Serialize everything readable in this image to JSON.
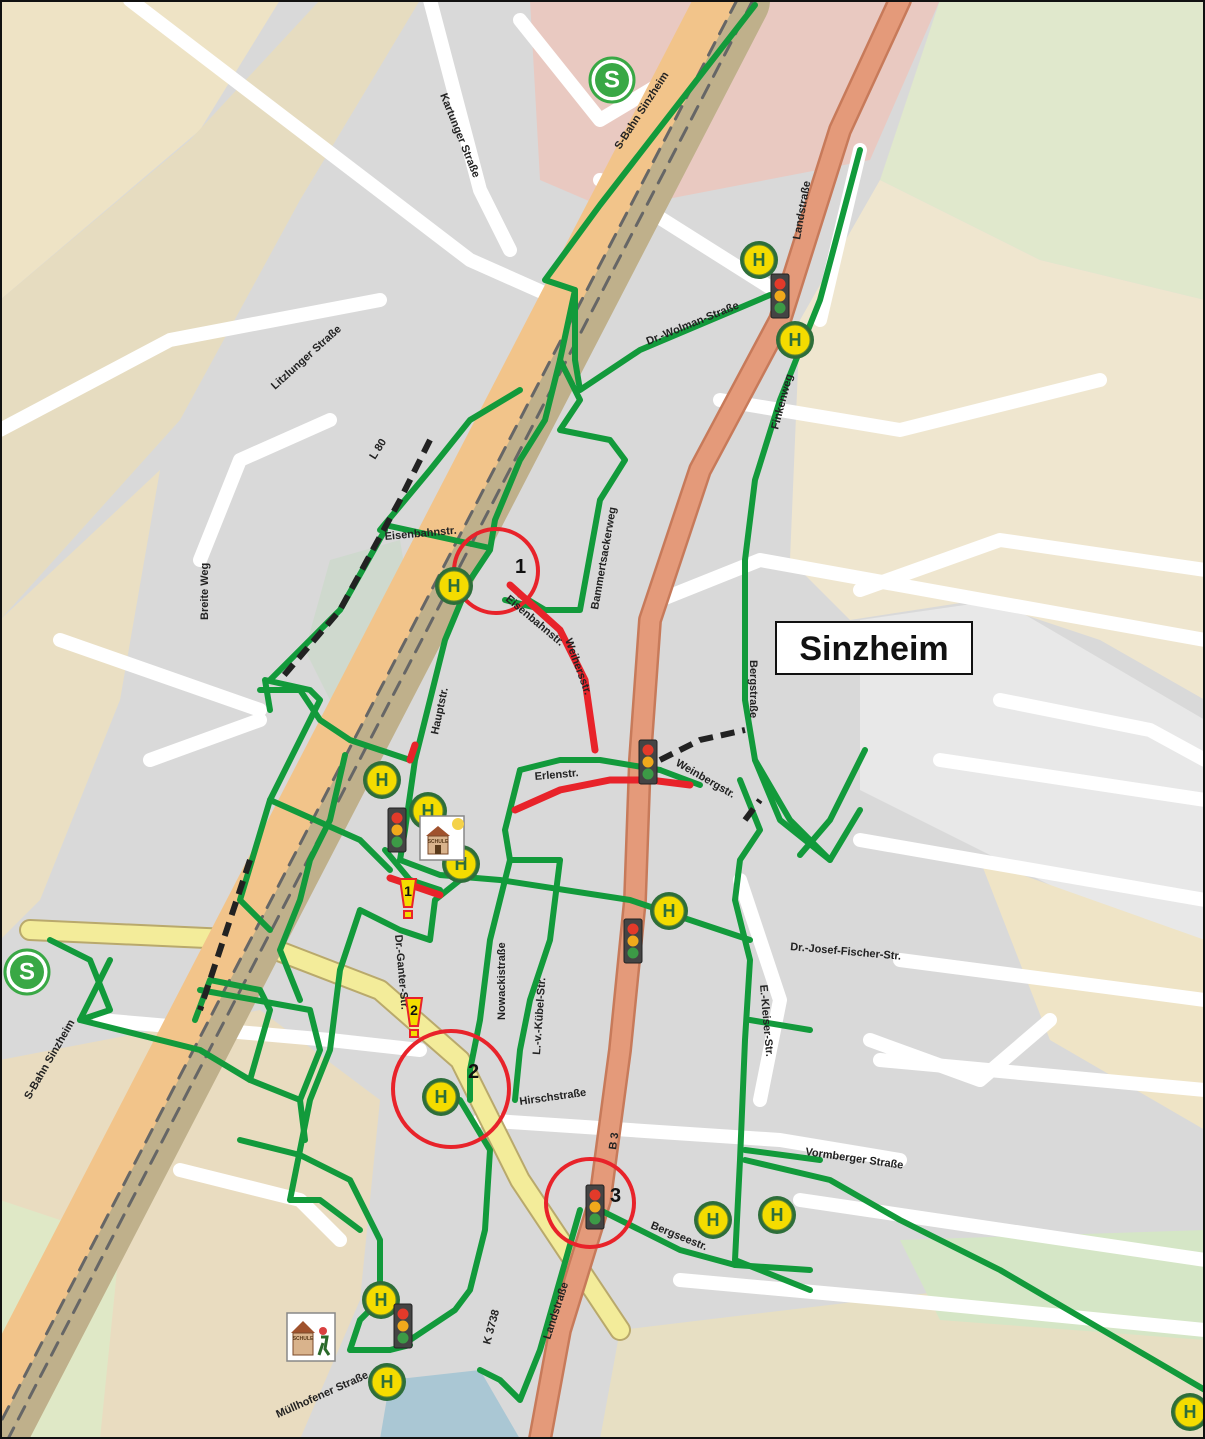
{
  "town_name": "Sinzheim",
  "streets": {
    "sbahn_top": "S-Bahn Sinzheim",
    "sbahn_left": "S-Bahn Sinzheim",
    "kartunger": "Kartunger Straße",
    "litzlunger": "Litzlunger Straße",
    "l80": "L 80",
    "breite_weg": "Breite Weg",
    "eisenbahn1": "Eisenbahnstr.",
    "eisenbahn2": "Eisenbahnstr.",
    "weihersstr": "Weihersstr.",
    "bammert": "Bammertsackerweg",
    "wolman": "Dr.-Wolman-Straße",
    "landstrasse_top": "Landstraße",
    "finkenweg": "Finkenweg",
    "bergstrasse": "Bergstraße",
    "hauptstr": "Hauptstr.",
    "erlenstr": "Erlenstr.",
    "weinbergstr": "Weinbergstr.",
    "fischer": "Dr.-Josef-Fischer-Str.",
    "ganter": "Dr.-Ganter-Str.",
    "nowacki": "Nowackistraße",
    "kuebel": "L.-v.-Kübel-Str.",
    "hirsch": "Hirschstraße",
    "b3": "B 3",
    "kleiser": "E.-Kleiser-Str.",
    "vormberger": "Vormberger Straße",
    "bergsee": "Bergseestr.",
    "k3738": "K 3738",
    "landstrasse_bottom": "Landstraße",
    "muellhofener": "Müllhofener Straße"
  },
  "icons": {
    "bus_stop": "bus-stop-icon",
    "bus_stop_letter": "H",
    "sbahn": "s-bahn-icon",
    "sbahn_letter": "S",
    "traffic_light": "traffic-light-icon",
    "school": "school-icon",
    "school_text": "SCHULE",
    "warning": "warning-icon"
  },
  "hazard_markers": [
    {
      "number": "1"
    },
    {
      "number": "2"
    },
    {
      "number": "3"
    }
  ],
  "warning_markers": [
    {
      "number": "1"
    },
    {
      "number": "2"
    }
  ],
  "colors": {
    "route_green": "#129a3b",
    "hazard_red": "#e8232a",
    "dashed_black": "#222222",
    "road_main": "#e49a7a",
    "road_secondary": "#f3ec9a",
    "residential": "#dcdcdc",
    "field": "#efe3c6",
    "forest": "#dfe8c9",
    "railway": "#c8b28a",
    "bus_stop_fill": "#f4dc00",
    "bus_stop_ring": "#2d6e3a",
    "sbahn_green": "#39a845"
  }
}
